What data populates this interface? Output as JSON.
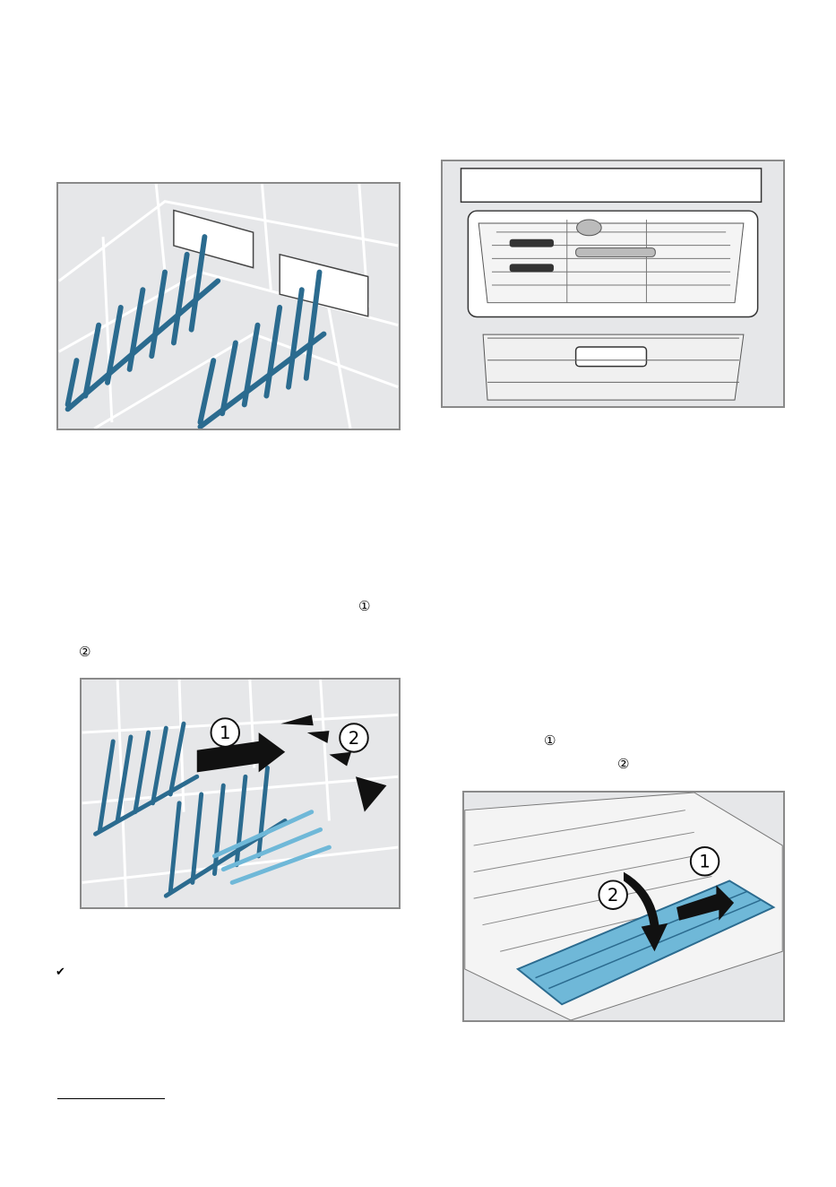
{
  "step_markers": {
    "step_one": "①",
    "step_two": "②"
  },
  "check_mark": "✔",
  "figures": [
    {
      "id": "rack-prongs",
      "callouts": []
    },
    {
      "id": "cutlery-drawer",
      "callouts": []
    },
    {
      "id": "folding-prongs",
      "callouts": [
        "1",
        "2"
      ]
    },
    {
      "id": "drawer-insert",
      "callouts": [
        "1",
        "2"
      ]
    }
  ],
  "colors": {
    "prong_blue": "#2b6b8f",
    "highlight_blue": "#6fb8d8",
    "figure_bg": "#e6e7e9",
    "figure_border": "#8a8a8a"
  }
}
